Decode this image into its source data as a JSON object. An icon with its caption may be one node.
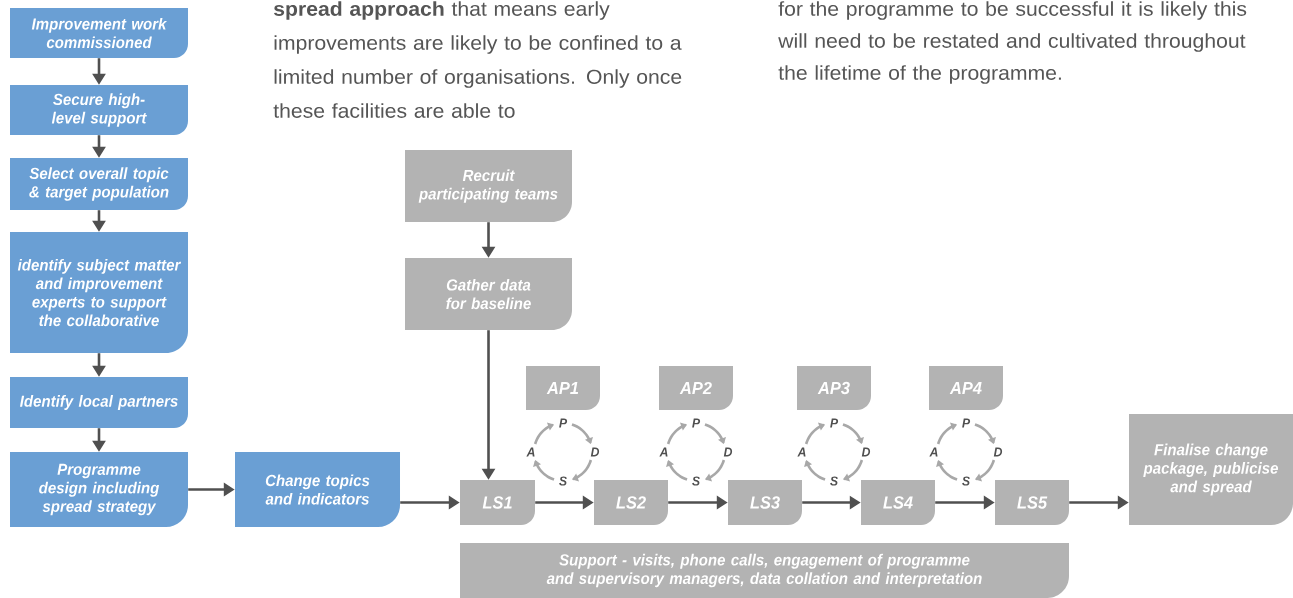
{
  "diagram": {
    "nodes": [
      {
        "text": [
          "Improvement work commissioned"
        ]
      },
      {
        "text": [
          "Secure high-level support"
        ]
      },
      {
        "text": [
          "Select overall topic & target population"
        ]
      },
      {
        "text": [
          "identify subject matter and improvement experts to support the collaborative"
        ]
      },
      {
        "text": [
          "Identify local partners"
        ]
      },
      {
        "text": [
          "Programme design including spread strategy"
        ]
      },
      {
        "text": [
          "Change topics and indicators"
        ]
      },
      {
        "text": [
          "Recruit participating teams"
        ]
      },
      {
        "text": [
          "Gather data for baseline"
        ]
      },
      {
        "text": [
          "AP1"
        ]
      },
      {
        "text": [
          "AP2"
        ]
      },
      {
        "text": [
          "AP3"
        ]
      },
      {
        "text": [
          "AP4"
        ]
      },
      {
        "text": [
          "LS1"
        ]
      },
      {
        "text": [
          "LS2"
        ]
      },
      {
        "text": [
          "LS3"
        ]
      },
      {
        "text": [
          "LS4"
        ]
      },
      {
        "text": [
          "LS5"
        ]
      },
      {
        "text": [
          "Finalise change package, publicise and spread"
        ]
      },
      {
        "text": [
          "Support - visits, phone calls, engagement of programme and supervisory managers, data collation and interpretation"
        ]
      }
    ],
    "edges": [
      {
        "from": 0,
        "to": 1,
        "arrow": "to"
      },
      {
        "from": 1,
        "to": 2,
        "arrow": "to"
      },
      {
        "from": 2,
        "to": 3,
        "arrow": "to"
      },
      {
        "from": 3,
        "to": 4,
        "arrow": "to"
      },
      {
        "from": 4,
        "to": 5,
        "arrow": "to"
      },
      {
        "from": 5,
        "to": 6,
        "arrow": "to"
      },
      {
        "from": 6,
        "to": 13,
        "arrow": "to"
      },
      {
        "from": 7,
        "to": 8,
        "arrow": "to"
      },
      {
        "from": 8,
        "to": 13,
        "arrow": "to"
      },
      {
        "from": 13,
        "to": 14,
        "arrow": "to"
      },
      {
        "from": 14,
        "to": 15,
        "arrow": "to"
      },
      {
        "from": 15,
        "to": 16,
        "arrow": "to"
      },
      {
        "from": 16,
        "to": 17,
        "arrow": "to"
      },
      {
        "from": 17,
        "to": 18,
        "arrow": "to"
      }
    ],
    "labels": [
      "**spread approach** that means early improvements are likely to be confined to a limited number of organisations. Only once these facilities are able to",
      "for the programme to be successful it is likely this will need to be restated and cultivated throughout the lifetime of the programme.",
      "P",
      "A",
      "D",
      "S",
      "P",
      "A",
      "D",
      "S",
      "P",
      "A",
      "D",
      "S",
      "P",
      "A",
      "D",
      "S"
    ]
  }
}
